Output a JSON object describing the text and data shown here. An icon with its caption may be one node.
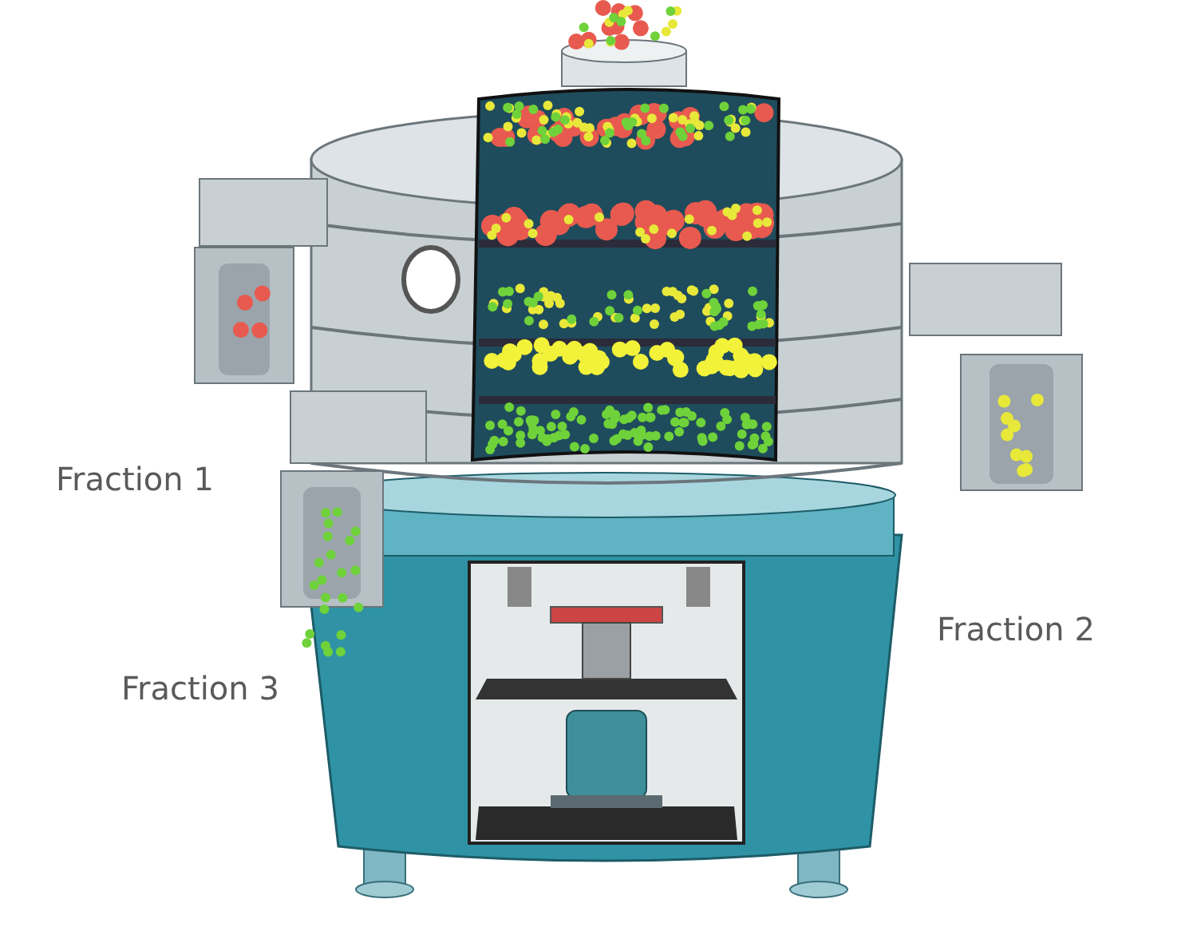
{
  "diagram": {
    "labels": [
      "Fraction 1",
      "Fraction 2",
      "Fraction 3"
    ]
  }
}
